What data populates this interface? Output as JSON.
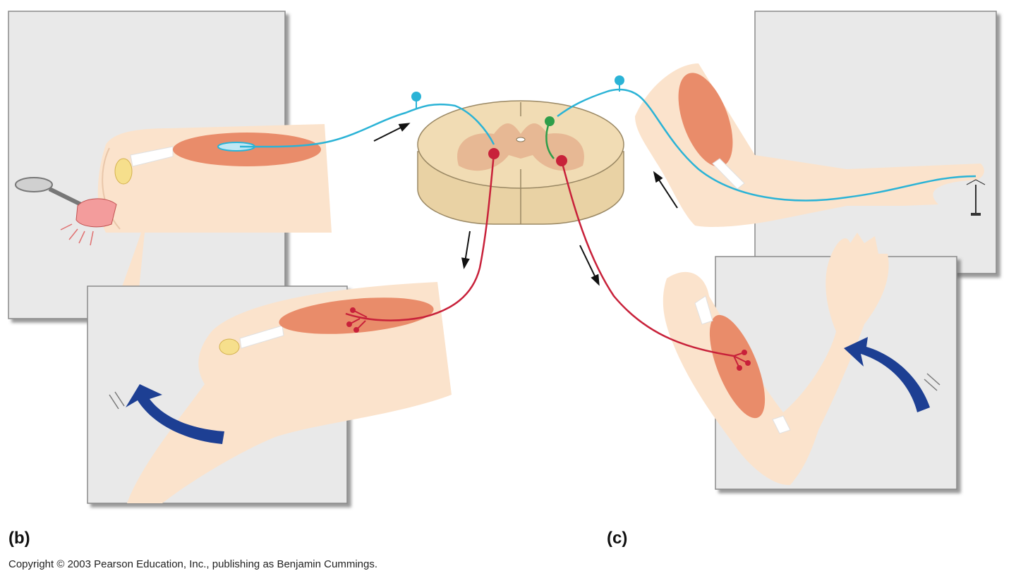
{
  "labels": {
    "panel_b": "(b)",
    "panel_c": "(c)"
  },
  "copyright": "Copyright © 2003 Pearson Education, Inc., publishing as Benjamin Cummings.",
  "colors": {
    "panel_bg": "#e9e9e9",
    "skin": "#fbe3cc",
    "muscle": "#e98c6a",
    "sensory_neuron": "#2bb3d6",
    "motor_neuron": "#c8213a",
    "interneuron": "#2e9e4a",
    "arrow_blue": "#1d3f93",
    "spinal_cord": "#f1dcb4",
    "gray_matter": "#e7b894"
  }
}
